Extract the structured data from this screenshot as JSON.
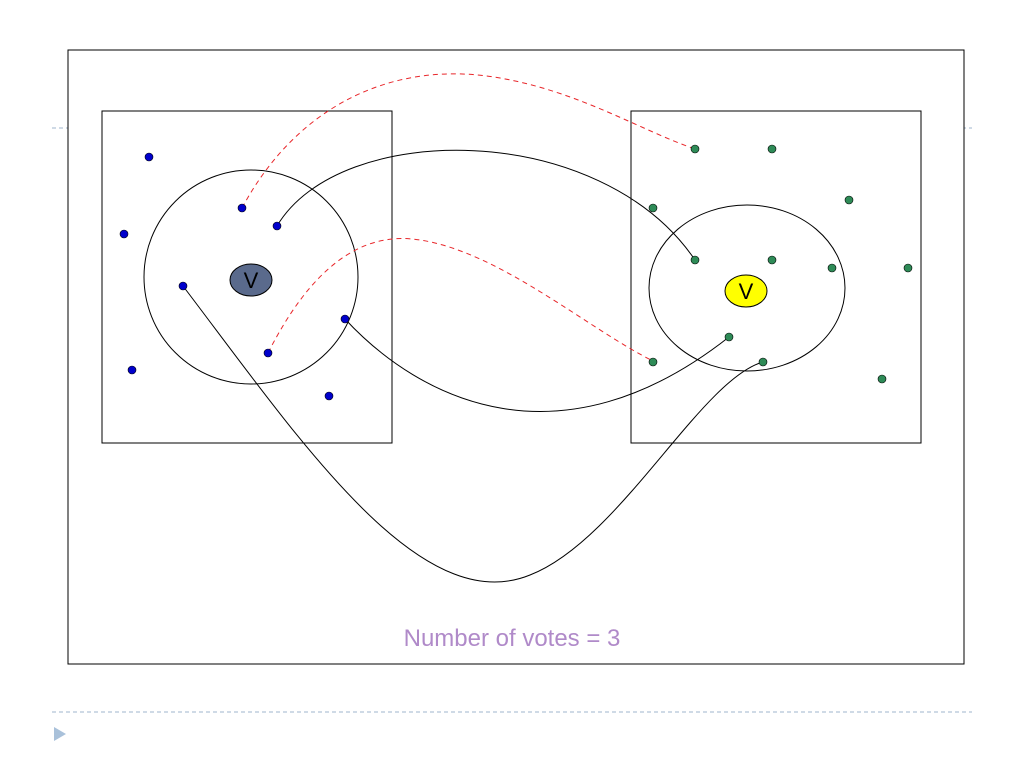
{
  "caption": "Number of votes = 3",
  "left_vertex_label": "V",
  "right_vertex_label": "V",
  "colors": {
    "frame": "#000000",
    "guide_dash": "#9fb5cc",
    "blue_point": "#0000cc",
    "green_point": "#2e8b57",
    "left_vertex_fill": "#5a6a8c",
    "right_vertex_fill": "#ffff00",
    "matched_edge": "#000000",
    "vote_edge": "#e8262a",
    "caption": "#b08ac9",
    "bullet": "#a9c1da"
  },
  "icons": {
    "bullet": "triangle-bullet-icon"
  }
}
